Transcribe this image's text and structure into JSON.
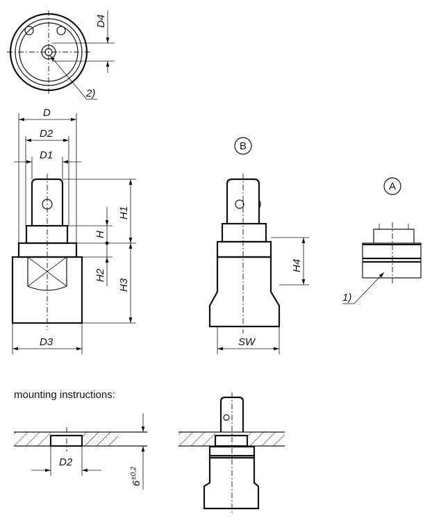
{
  "labels": {
    "D": "D",
    "D1": "D1",
    "D2": "D2",
    "D3": "D3",
    "D4": "D4",
    "H": "H",
    "H1": "H1",
    "H2": "H2",
    "H3": "H3",
    "H4": "H4",
    "SW": "SW",
    "note1": "1)",
    "note2": "2)",
    "view_A": "A",
    "view_B": "B",
    "mount_D2": "D2",
    "mount_depth": "6",
    "mount_tol": "±0,2"
  },
  "mounting_title": "mounting instructions:"
}
